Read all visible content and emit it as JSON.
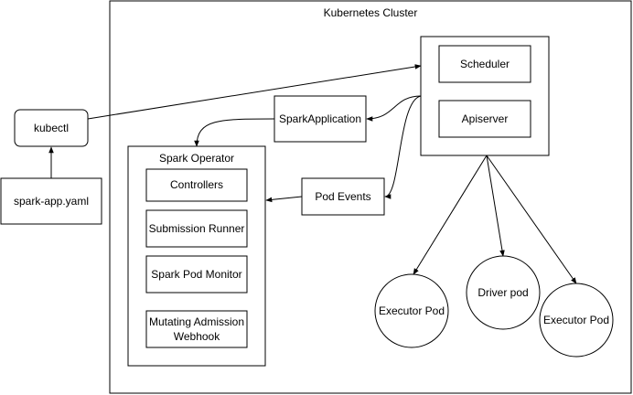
{
  "cluster": {
    "title": "Kubernetes Cluster"
  },
  "control_plane": {
    "scheduler": "Scheduler",
    "apiserver": "Apiserver"
  },
  "client": {
    "kubectl": "kubectl",
    "manifest": "spark-app.yaml"
  },
  "messages": {
    "spark_application": "SparkApplication",
    "pod_events": "Pod Events"
  },
  "operator": {
    "title": "Spark Operator",
    "components": {
      "controllers": "Controllers",
      "submission_runner": "Submission Runner",
      "pod_monitor": "Spark Pod Monitor",
      "webhook_line1": "Mutating Admission",
      "webhook_line2": "Webhook"
    }
  },
  "pods": {
    "executor_left": "Executor Pod",
    "driver": "Driver pod",
    "executor_right": "Executor Pod"
  },
  "colors": {
    "stroke": "#000000",
    "fill": "#ffffff"
  }
}
